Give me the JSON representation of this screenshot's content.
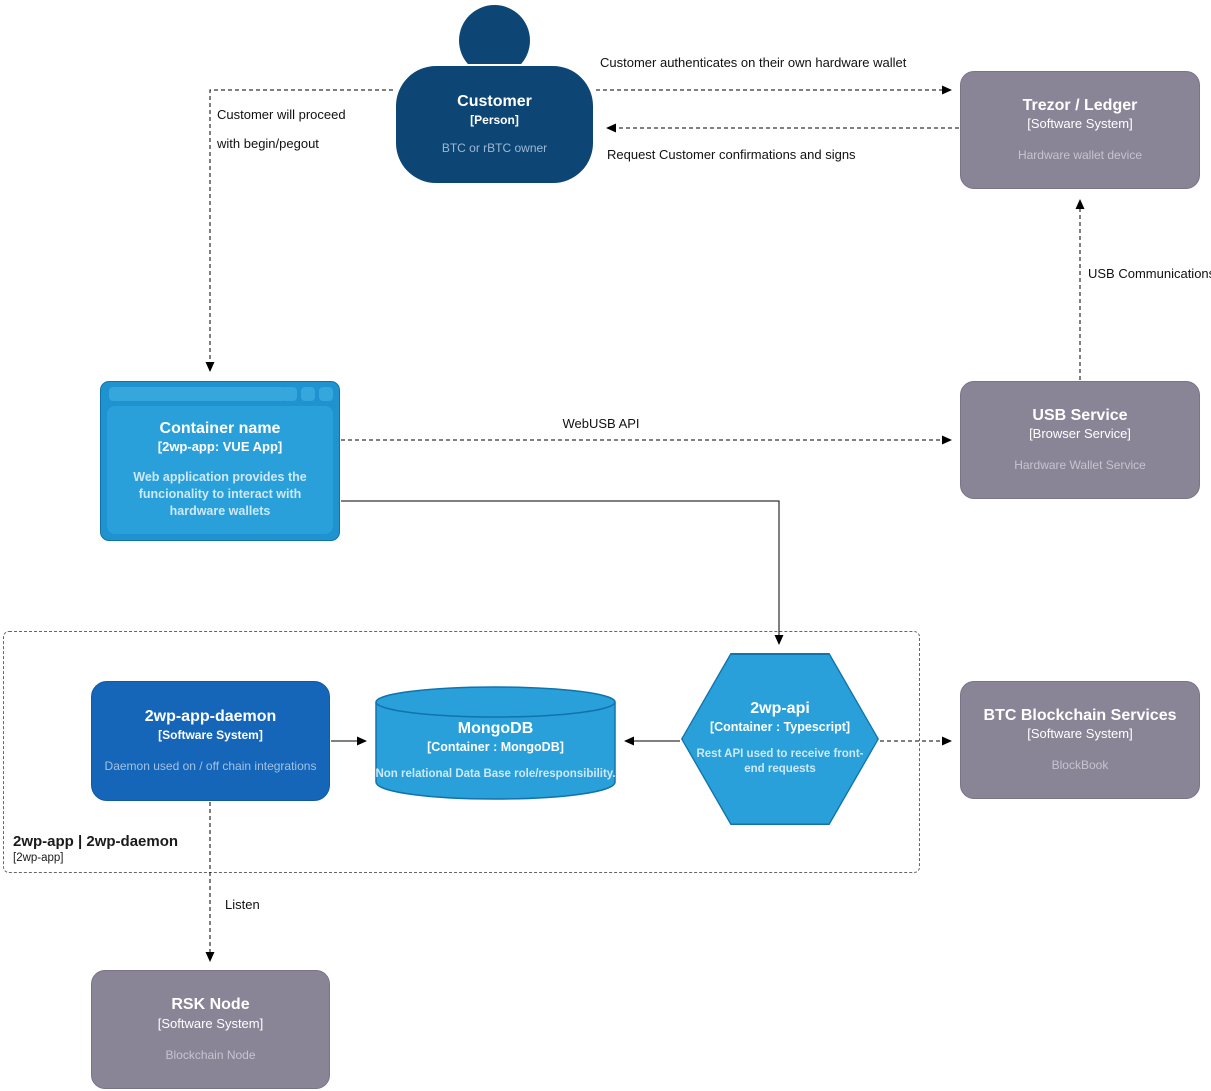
{
  "diagram": {
    "nodes": {
      "customer": {
        "title": "Customer",
        "meta": "[Person]",
        "desc": "BTC or rBTC owner"
      },
      "trezor": {
        "title": "Trezor / Ledger",
        "meta": "[Software System]",
        "desc": "Hardware wallet device"
      },
      "webapp": {
        "title": "Container name",
        "meta": "[2wp-app: VUE App]",
        "desc": "Web application provides the funcionality to interact with hardware wallets"
      },
      "usb_service": {
        "title": "USB Service",
        "meta": "[Browser Service]",
        "desc": "Hardware Wallet Service"
      },
      "daemon": {
        "title": "2wp-app-daemon",
        "meta": "[Software System]",
        "desc": "Daemon used on / off chain integrations"
      },
      "mongodb": {
        "title": "MongoDB",
        "meta": "[Container : MongoDB]",
        "desc": "Non relational Data Base role/responsibility."
      },
      "api": {
        "title": "2wp-api",
        "meta": "[Container : Typescript]",
        "desc": "Rest API used to receive front-end requests"
      },
      "btc": {
        "title": "BTC Blockchain Services",
        "meta": "[Software System]",
        "desc": "BlockBook"
      },
      "rsk": {
        "title": "RSK Node",
        "meta": "[Software System]",
        "desc": "Blockchain Node"
      }
    },
    "boundary": {
      "title": "2wp-app | 2wp-daemon",
      "meta": "[2wp-app]"
    },
    "edges": {
      "authenticate": "Customer authenticates on their own hardware wallet",
      "request_sign": "Request Customer confirmations and signs",
      "proceed_line1": "Customer will proceed",
      "proceed_line2": "with begin/pegout",
      "usb_comm": "USB Communications",
      "webusb": "WebUSB API",
      "listen": "Listen"
    },
    "colors": {
      "person_blue": "#0d4675",
      "daemon_blue": "#1565b8",
      "container_blue": "#29a0da",
      "container_frame_blue": "#1e93d0",
      "external_gray": "#8a8497",
      "edge_black": "#000000",
      "boundary_gray": "#666666"
    }
  }
}
